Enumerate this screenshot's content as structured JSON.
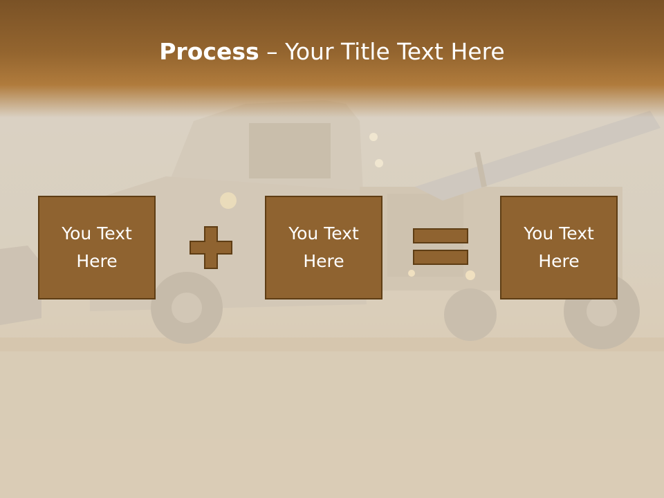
{
  "slide": {
    "title_bold": "Process",
    "title_rest": " – Your Title Text Here",
    "boxes": [
      {
        "text": "You Text Here"
      },
      {
        "text": "You Text Here"
      },
      {
        "text": "You Text Here"
      }
    ],
    "operators": [
      "plus",
      "equals"
    ],
    "colors": {
      "title_band": "#94652f",
      "box_fill": "#8f6330",
      "box_border": "#5e3d14",
      "title_text": "#ffffff"
    },
    "background": "tow-truck-night-photo"
  }
}
